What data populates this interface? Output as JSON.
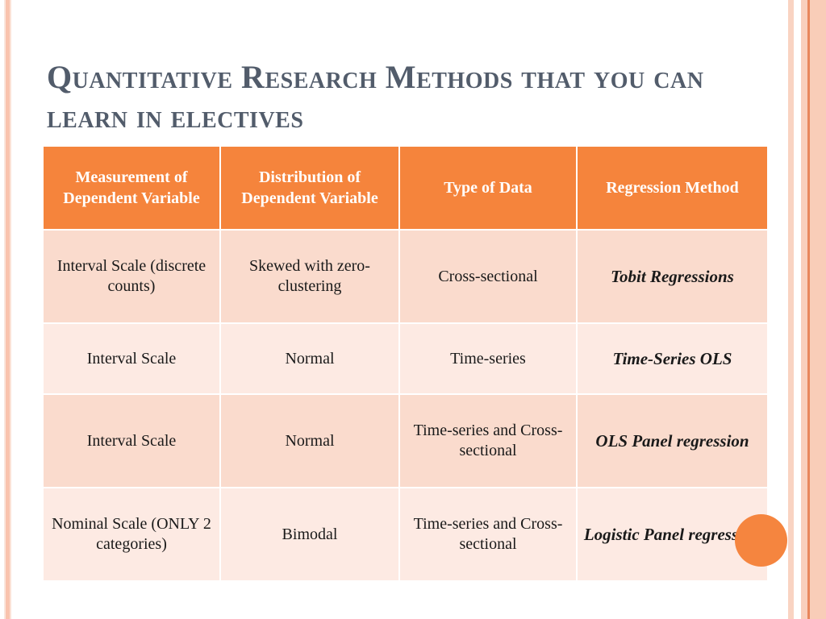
{
  "slide": {
    "title": "Quantitative Research Methods that you can learn in electives",
    "background_color": "#ffffff",
    "title_color": "#525c6b"
  },
  "decor": {
    "left_stripe_colors": [
      "#fae6dd",
      "#f9c3ae",
      "#fbe2d6"
    ],
    "right_stripe_colors": [
      "#f9d3c2",
      "#ffffff",
      "#f9cfbc",
      "#e8865c",
      "#f9cdb8"
    ],
    "accent_circle_color": "#f5853f"
  },
  "table": {
    "header_bg": "#f5843c",
    "header_text_color": "#ffffff",
    "row_dark_bg": "#fadbcd",
    "row_light_bg": "#fdeae3",
    "headers": [
      "Measurement of Dependent Variable",
      "Distribution of Dependent Variable",
      "Type of Data",
      "Regression Method"
    ],
    "rows": [
      {
        "measurement": "Interval Scale (discrete counts)",
        "distribution": "Skewed with zero-clustering",
        "data_type": "Cross-sectional",
        "method": "Tobit Regressions"
      },
      {
        "measurement": "Interval Scale",
        "distribution": "Normal",
        "data_type": "Time-series",
        "method": "Time-Series OLS"
      },
      {
        "measurement": "Interval Scale",
        "distribution": "Normal",
        "data_type": "Time-series and Cross-sectional",
        "method": "OLS Panel regression"
      },
      {
        "measurement": "Nominal Scale (ONLY 2 categories)",
        "distribution": "Bimodal",
        "data_type": "Time-series and Cross-sectional",
        "method": "Logistic Panel regression"
      }
    ]
  }
}
